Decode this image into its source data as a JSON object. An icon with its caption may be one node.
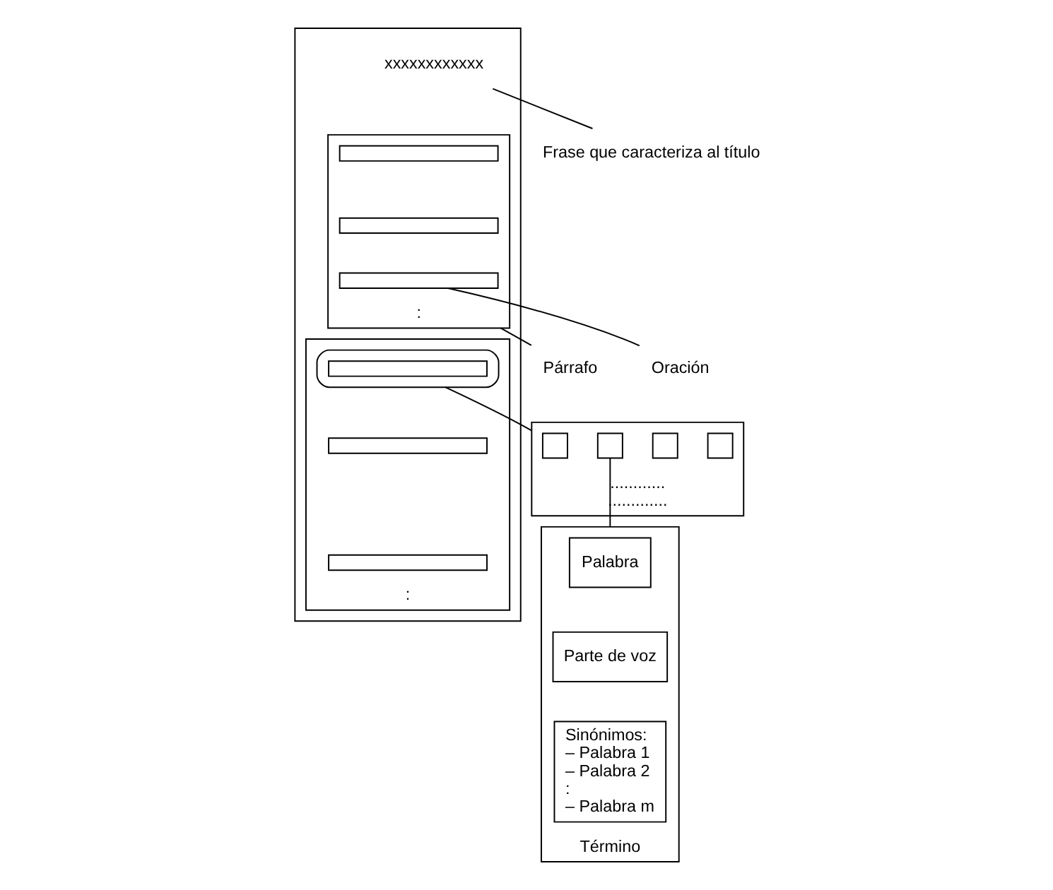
{
  "diagram": {
    "nodes": [
      {
        "text": [],
        "shape": "box"
      },
      {
        "text": [
          "xxxxxxxxxxxx"
        ],
        "in": 0
      },
      {
        "text": [
          "Frase que caracteriza al título"
        ]
      },
      {
        "text": [
          ":"
        ],
        "in": 0
      },
      {
        "text": [],
        "shape": "box",
        "in": 3
      },
      {
        "text": [],
        "shape": "box",
        "in": 3
      },
      {
        "text": [],
        "shape": "box",
        "in": 3
      },
      {
        "text": [
          "Párrafo"
        ]
      },
      {
        "text": [
          "Oración"
        ]
      },
      {
        "text": [
          ":"
        ],
        "in": 0
      },
      {
        "text": [],
        "shape": "ellipse",
        "in": 9
      },
      {
        "text": [],
        "shape": "box",
        "in": 10
      },
      {
        "text": [],
        "shape": "box",
        "in": 9
      },
      {
        "text": [],
        "shape": "box",
        "in": 9
      },
      {
        "text": [
          "............",
          "............."
        ]
      },
      {
        "text": [],
        "shape": "box",
        "in": 14
      },
      {
        "text": [],
        "shape": "box",
        "in": 14
      },
      {
        "text": [],
        "shape": "box",
        "in": 14
      },
      {
        "text": [],
        "shape": "box",
        "in": 14
      },
      {
        "text": [
          "Término"
        ]
      },
      {
        "text": [
          "Palabra"
        ],
        "in": 19
      },
      {
        "text": [
          "Parte de voz"
        ],
        "in": 19
      },
      {
        "text": [
          "Sinónimos:",
          "– Palabra 1",
          "– Palabra 2",
          ":",
          "– Palabra m"
        ],
        "in": 19
      }
    ],
    "edges": [
      {
        "from": 1,
        "to": 2,
        "arrow": "none"
      },
      {
        "from": 3,
        "to": 7,
        "arrow": "none"
      },
      {
        "from": 6,
        "to": 8,
        "arrow": "none"
      },
      {
        "from": 10,
        "to": 14,
        "arrow": "none"
      },
      {
        "from": 16,
        "to": 19,
        "arrow": "none"
      }
    ]
  }
}
